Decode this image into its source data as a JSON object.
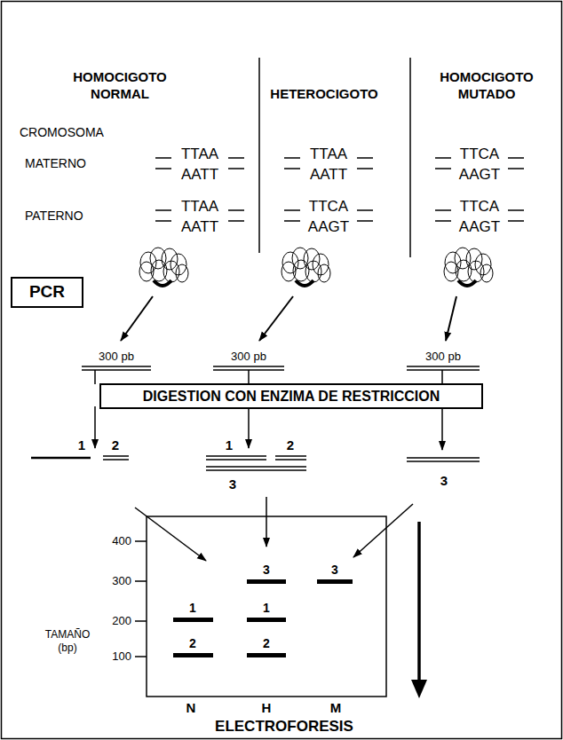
{
  "diagram": {
    "nodes": [
      {
        "text": [
          "PCR"
        ]
      },
      {
        "text": [
          "DIGESTION CON ENZIMA DE RESTRICCION"
        ]
      }
    ],
    "labels": [
      "HOMOCIGOTO NORMAL",
      "HETEROCIGOTO",
      "HOMOCIGOTO MUTADO",
      "CROMOSOMA",
      "MATERNO",
      "PATERNO",
      "TTAA",
      "AATT",
      "TTAA",
      "AATT",
      "TTAA",
      "AATT",
      "TTCA",
      "AAGT",
      "TTCA",
      "AAGT",
      "TTCA",
      "AAGT",
      "300 pb",
      "300 pb",
      "300 pb",
      "1",
      "2",
      "1",
      "2",
      "3",
      "3",
      "400",
      "300",
      "200",
      "100",
      "1",
      "2",
      "3",
      "1",
      "2",
      "3",
      "TAMAÑO (bp)",
      "N",
      "H",
      "M",
      "ELECTROFORESIS"
    ]
  }
}
